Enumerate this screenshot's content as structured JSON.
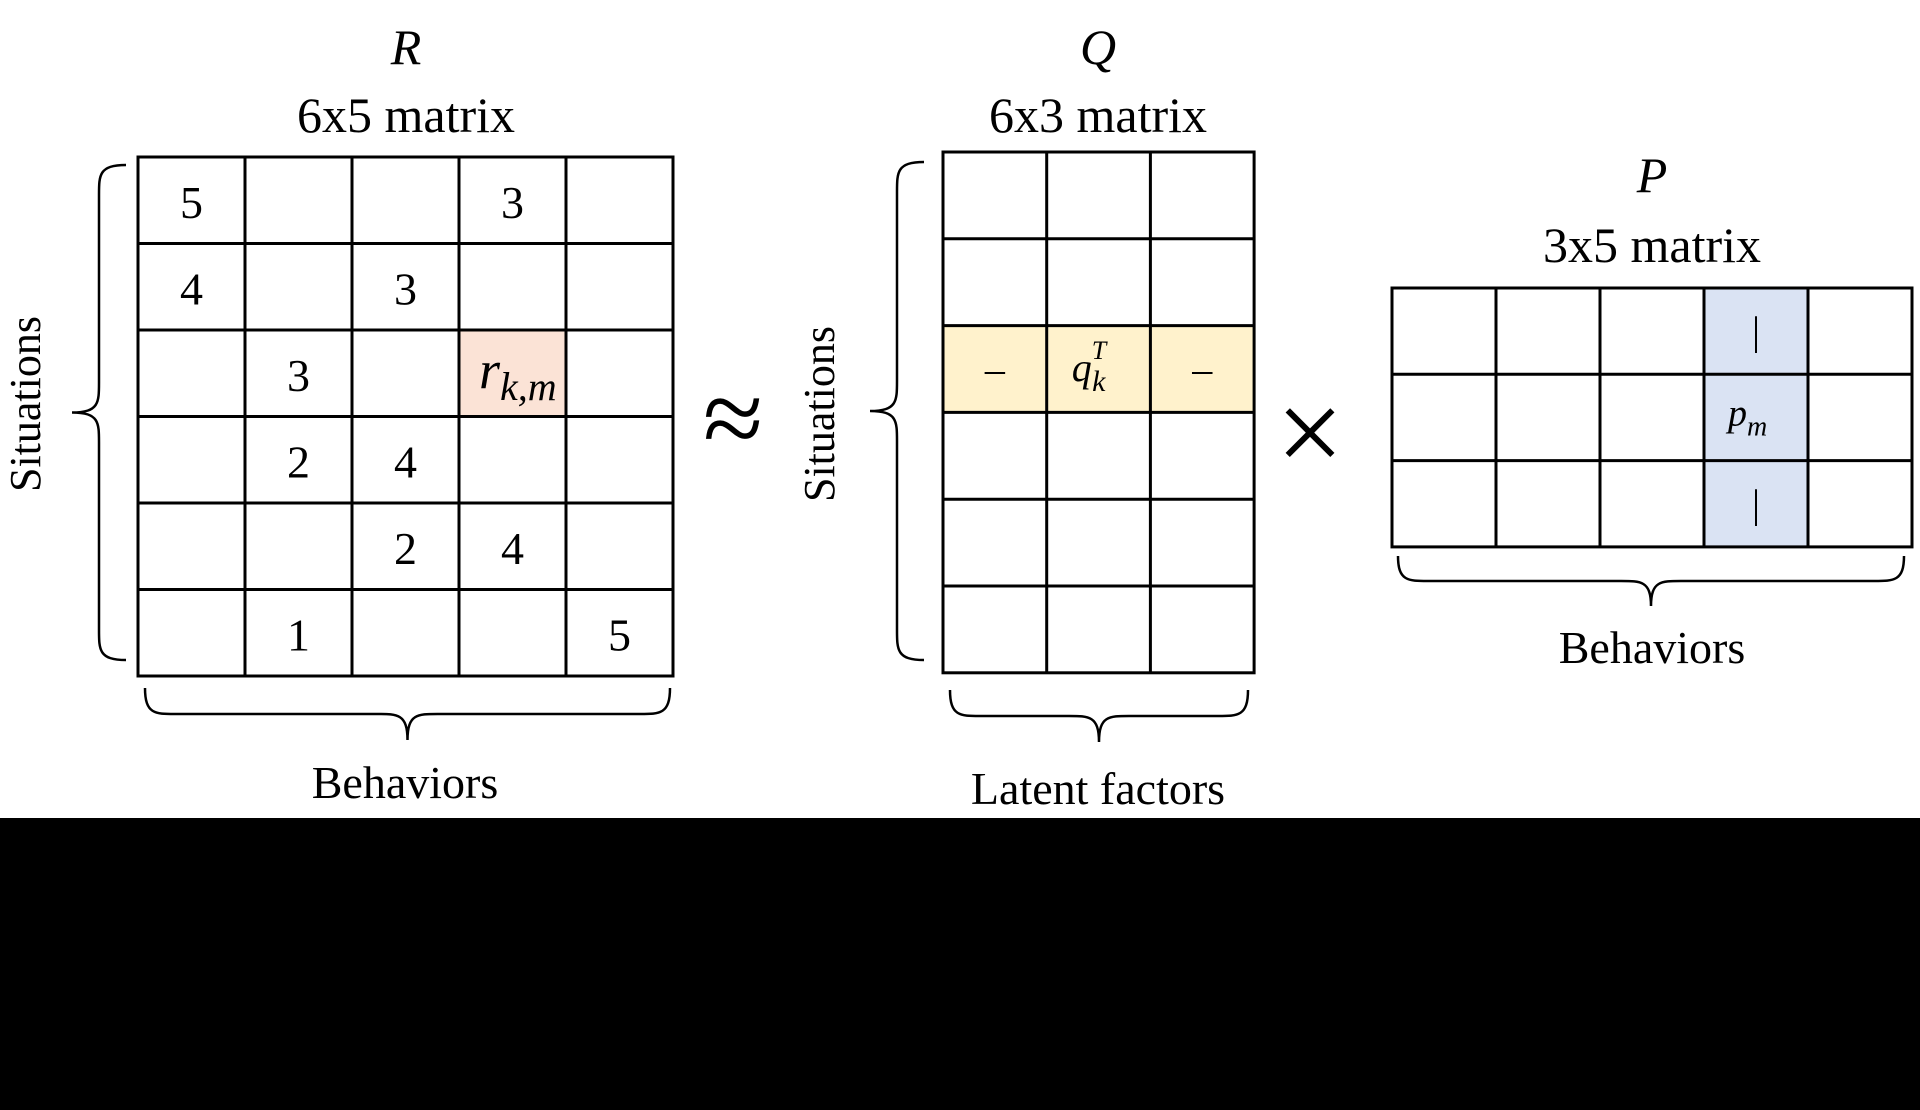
{
  "colors": {
    "background": "#ffffff",
    "bottom_band": "#000000",
    "highlight_r": "#fbe3d6",
    "highlight_q": "#fff2cc",
    "highlight_p": "#dae3f3"
  },
  "matrix_r": {
    "title": "R",
    "subtitle": "6x5 matrix",
    "row_label": "Situations",
    "col_label": "Behaviors",
    "cells": [
      [
        "5",
        "",
        "",
        "3",
        ""
      ],
      [
        "4",
        "",
        "3",
        "",
        ""
      ],
      [
        "",
        "3",
        "",
        "",
        ""
      ],
      [
        "",
        "2",
        "4",
        "",
        ""
      ],
      [
        "",
        "",
        "2",
        "4",
        ""
      ],
      [
        "",
        "1",
        "",
        "",
        "5"
      ]
    ],
    "highlight_cell": {
      "row": 2,
      "col": 3,
      "symbol": "r",
      "subscript": "k,m"
    }
  },
  "approx_symbol": "≈",
  "matrix_q": {
    "title": "Q",
    "subtitle": "6x3 matrix",
    "row_label": "Situations",
    "col_label": "Latent factors",
    "highlight_row": 2,
    "row_cells": [
      "–",
      "",
      "–"
    ],
    "row_symbol": {
      "base": "q",
      "sub": "k",
      "sup": "T"
    }
  },
  "times_symbol": "×",
  "matrix_p": {
    "title": "P",
    "subtitle": "3x5 matrix",
    "col_label": "Behaviors",
    "highlight_col": 3,
    "col_cells": [
      "|",
      "",
      "|"
    ],
    "col_symbol": {
      "base": "p",
      "sub": "m"
    }
  }
}
